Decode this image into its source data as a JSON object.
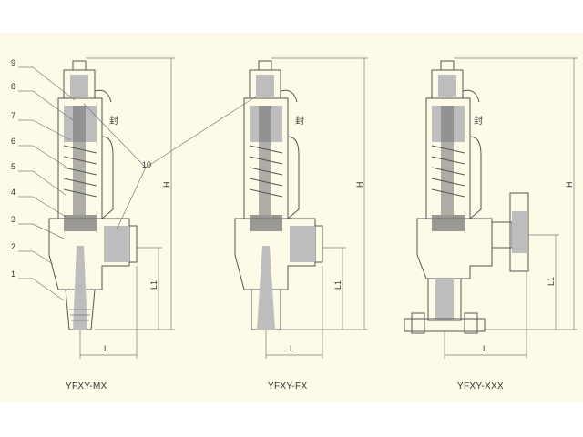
{
  "diagram": {
    "callouts": [
      "9",
      "8",
      "7",
      "6",
      "5",
      "4",
      "3",
      "2",
      "1"
    ],
    "callout_10": "10",
    "seal_mark": "封",
    "dims": {
      "h": "H",
      "l1": "L1",
      "l": "L"
    },
    "models": [
      "YFXY-MX",
      "YFXY-FX",
      "YFXY-XXX"
    ],
    "colors": {
      "paper": "#ffffff",
      "band": "#fdfbe8",
      "line": "#555555",
      "fill": "#bdbdbd"
    }
  }
}
